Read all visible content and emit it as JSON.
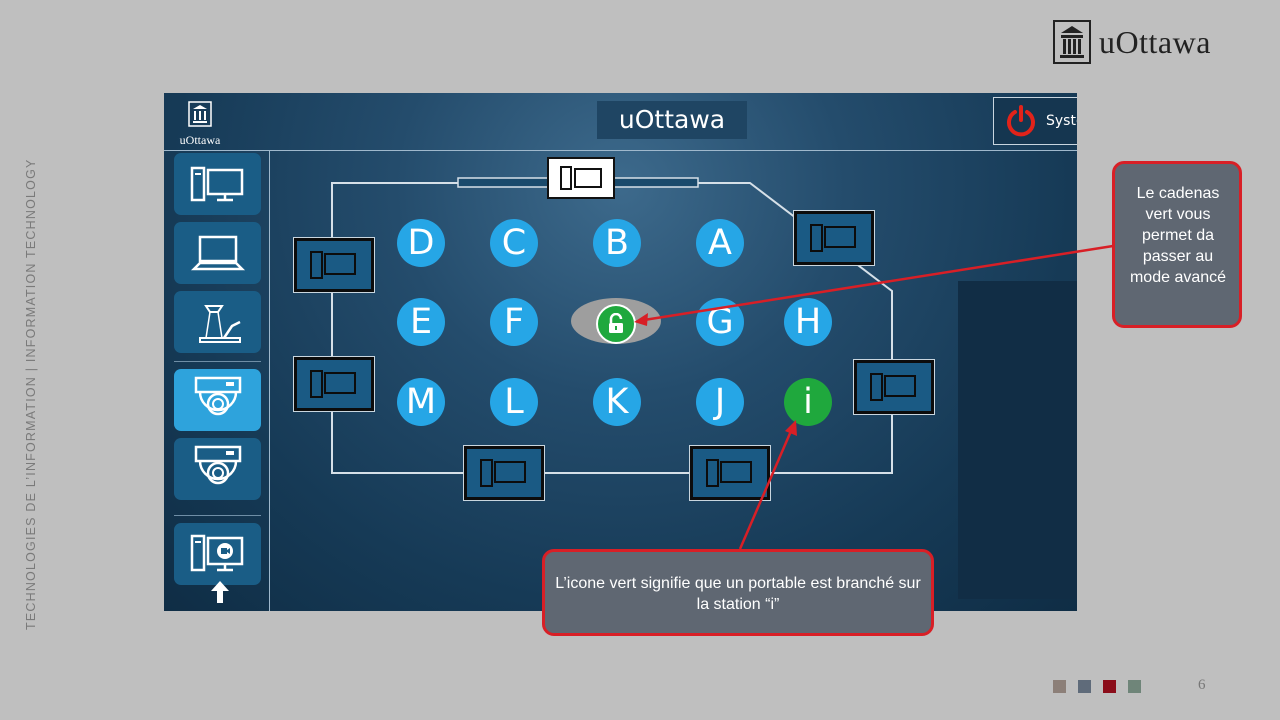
{
  "slide": {
    "side_text": "TECHNOLOGIES DE L’INFORMATION  |  INFORMATION TECHNOLOGY",
    "brand_text": "uOttawa",
    "page_number": "6",
    "square_colors": [
      "#8c7f78",
      "#5f6b7a",
      "#8b0d1a",
      "#6f8579"
    ]
  },
  "panel": {
    "logo_text": "uOttawa",
    "title": "uOttawa",
    "system_label": "Syste",
    "sidebar_items": [
      {
        "name": "computer",
        "icon": "desktop-computer-icon",
        "active": false
      },
      {
        "name": "laptop",
        "icon": "laptop-icon",
        "active": false
      },
      {
        "name": "document-camera",
        "icon": "document-camera-icon",
        "active": false
      },
      {
        "name": "camera-1",
        "icon": "ceiling-camera-icon",
        "active": true
      },
      {
        "name": "camera-2",
        "icon": "ceiling-camera-icon",
        "active": false
      },
      {
        "name": "video-pc",
        "icon": "pc-video-icon",
        "active": false
      }
    ],
    "stations": {
      "row1": [
        "D",
        "C",
        "B",
        "A"
      ],
      "row2": [
        "E",
        "F",
        "G",
        "H"
      ],
      "row3": [
        "M",
        "L",
        "K",
        "J",
        "i"
      ]
    }
  },
  "callouts": {
    "lock": "Le cadenas vert vous permet da passer au mode avancé",
    "info": "L’icone vert signifie que un portable est branché sur la station “i”"
  },
  "colors": {
    "accent_blue": "#26a6e6",
    "active_green": "#1fa83d",
    "callout_border": "#d81f26",
    "callout_fill": "#5f6772"
  }
}
